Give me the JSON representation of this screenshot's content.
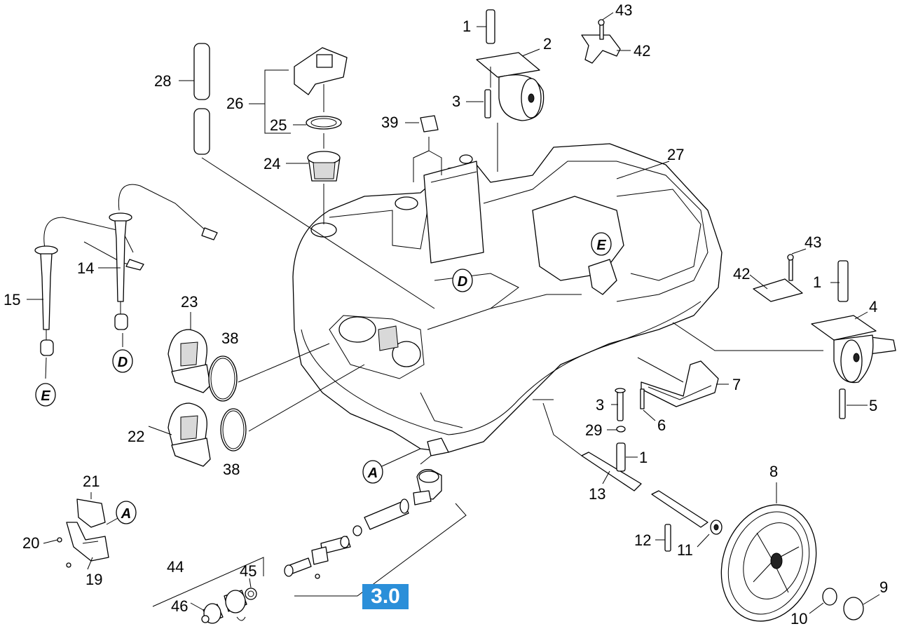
{
  "diagram": {
    "labels": {
      "p1a": "1",
      "p2": "2",
      "p3a": "3",
      "p43a": "43",
      "p42a": "42",
      "p28": "28",
      "p26": "26",
      "p25": "25",
      "p24": "24",
      "p39": "39",
      "p27": "27",
      "p14": "14",
      "p15": "15",
      "p23": "23",
      "p38a": "38",
      "p22": "22",
      "p38b": "38",
      "p43b": "43",
      "p42b": "42",
      "p1b": "1",
      "p4": "4",
      "p5": "5",
      "p7": "7",
      "p6": "6",
      "p3b": "3",
      "p29": "29",
      "p1c": "1",
      "p13": "13",
      "p8": "8",
      "p12": "12",
      "p11": "11",
      "p21": "21",
      "p20": "20",
      "p19": "19",
      "p44": "44",
      "p45": "45",
      "p46": "46",
      "p10": "10",
      "p9": "9"
    },
    "letters": {
      "d_tank": "D",
      "e_tank": "E",
      "a_mid": "A",
      "e_left": "E",
      "d_left": "D",
      "a_left": "A"
    },
    "assembly_badge": "3.0",
    "accent_color": "#2b8fd9"
  }
}
